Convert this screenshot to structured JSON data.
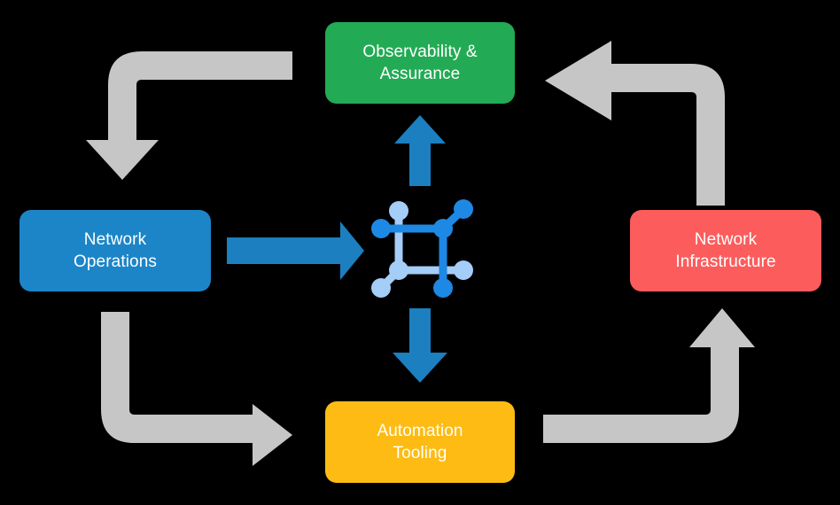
{
  "diagram": {
    "title": "Network automation operating model cycle",
    "background_color": "#000000",
    "boxes": [
      {
        "id": "observability",
        "label": "Observability &\nAssurance",
        "color": "#22AB54",
        "text_color": "#FFFFFF",
        "position": "top"
      },
      {
        "id": "network-operations",
        "label": "Network\nOperations",
        "color": "#1C85C8",
        "text_color": "#FFFFFF",
        "position": "left"
      },
      {
        "id": "network-infrastructure",
        "label": "Network\nInfrastructure",
        "color": "#FC5C5C",
        "text_color": "#FFFFFF",
        "position": "right"
      },
      {
        "id": "automation-tooling",
        "label": "Automation\nTooling",
        "color": "#FDBB13",
        "text_color": "#FFFFFF",
        "position": "bottom"
      }
    ],
    "center_icon": {
      "name": "network-topology-icon",
      "primary_color": "#1E88E5",
      "secondary_color": "#A4CDF7"
    },
    "arrows": [
      {
        "id": "ops-to-center",
        "from": "network-operations",
        "to": "center-icon",
        "color": "#1C7FC0",
        "direction": "right",
        "style": "straight"
      },
      {
        "id": "center-to-observability",
        "from": "center-icon",
        "to": "observability",
        "color": "#1C7FC0",
        "direction": "up",
        "style": "straight"
      },
      {
        "id": "center-to-automation",
        "from": "center-icon",
        "to": "automation-tooling",
        "color": "#1C7FC0",
        "direction": "down",
        "style": "straight"
      },
      {
        "id": "observability-to-operations",
        "from": "observability",
        "to": "network-operations",
        "color": "#C6C6C6",
        "direction": "down",
        "style": "elbow"
      },
      {
        "id": "operations-to-automation",
        "from": "network-operations",
        "to": "automation-tooling",
        "color": "#C6C6C6",
        "direction": "right",
        "style": "elbow"
      },
      {
        "id": "automation-to-infrastructure",
        "from": "automation-tooling",
        "to": "network-infrastructure",
        "color": "#C6C6C6",
        "direction": "up",
        "style": "elbow"
      },
      {
        "id": "infrastructure-to-observability",
        "from": "network-infrastructure",
        "to": "observability",
        "color": "#C6C6C6",
        "direction": "left",
        "style": "elbow"
      }
    ]
  }
}
